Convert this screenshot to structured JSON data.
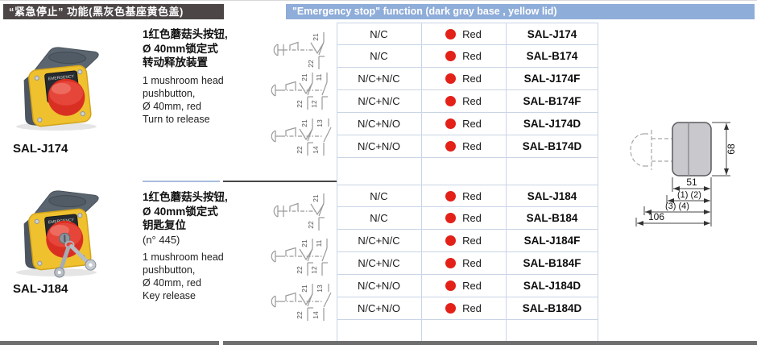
{
  "header": {
    "title_zh": "“紧急停止” 功能(黑灰色基座黄色盖)",
    "title_en": "\"Emergency stop\" function (dark gray base , yellow lid)"
  },
  "products": [
    {
      "model": "SAL-J174",
      "desc_zh": [
        "1红色蘑菇头按钮,",
        "Ø 40mm锁定式",
        "转动释放装置"
      ],
      "desc_en": [
        "1 mushroom head",
        "pushbutton,",
        "Ø 40mm, red",
        "Turn to release"
      ],
      "photo_label_line1": "EMERGENCY",
      "photo_label_line2": "STOP"
    },
    {
      "model": "SAL-J184",
      "desc_zh": [
        "1红色蘑菇头按钮,",
        "Ø 40mm锁定式",
        "钥匙复位"
      ],
      "desc_note": "(n° 445)",
      "desc_en": [
        "1 mushroom head",
        "pushbutton,",
        "Ø 40mm, red",
        "Key release"
      ],
      "photo_label_line1": "EMERGENCY",
      "photo_label_line2": "STOP"
    }
  ],
  "table": {
    "groups": [
      {
        "symbols": [
          {
            "type": "nc",
            "terminals": [
              "21",
              "22"
            ]
          },
          {
            "type": "nc-nc",
            "terminals": [
              "21",
              "22",
              "11",
              "12"
            ]
          },
          {
            "type": "nc-no",
            "terminals": [
              "21",
              "22",
              "13",
              "14"
            ]
          }
        ],
        "rows": [
          {
            "contacts": "N/C",
            "color": "Red",
            "model": "SAL-J174"
          },
          {
            "contacts": "N/C",
            "color": "Red",
            "model": "SAL-B174"
          },
          {
            "contacts": "N/C+N/C",
            "color": "Red",
            "model": "SAL-J174F"
          },
          {
            "contacts": "N/C+N/C",
            "color": "Red",
            "model": "SAL-B174F"
          },
          {
            "contacts": "N/C+N/O",
            "color": "Red",
            "model": "SAL-J174D"
          },
          {
            "contacts": "N/C+N/O",
            "color": "Red",
            "model": "SAL-B174D"
          }
        ]
      },
      {
        "symbols": [
          {
            "type": "nc",
            "terminals": [
              "21",
              "22"
            ]
          },
          {
            "type": "nc-nc",
            "terminals": [
              "21",
              "22",
              "11",
              "12"
            ]
          },
          {
            "type": "nc-no",
            "terminals": [
              "21",
              "22",
              "13",
              "14"
            ]
          }
        ],
        "rows": [
          {
            "contacts": "N/C",
            "color": "Red",
            "model": "SAL-J184"
          },
          {
            "contacts": "N/C",
            "color": "Red",
            "model": "SAL-B184"
          },
          {
            "contacts": "N/C+N/C",
            "color": "Red",
            "model": "SAL-J184F"
          },
          {
            "contacts": "N/C+N/C",
            "color": "Red",
            "model": "SAL-B184F"
          },
          {
            "contacts": "N/C+N/O",
            "color": "Red",
            "model": "SAL-J184D"
          },
          {
            "contacts": "N/C+N/O",
            "color": "Red",
            "model": "SAL-B184D"
          }
        ]
      }
    ]
  },
  "drawing": {
    "dim_height": "68",
    "dim_width": "51",
    "dim_holes_12": "(1) (2)",
    "dim_holes_34": "(3) (4)",
    "dim_total": "106"
  },
  "colors": {
    "header_dark": "#4c4646",
    "header_blue": "#8fadd9",
    "red_dot": "#e32119",
    "table_border": "#c9d5e6"
  }
}
